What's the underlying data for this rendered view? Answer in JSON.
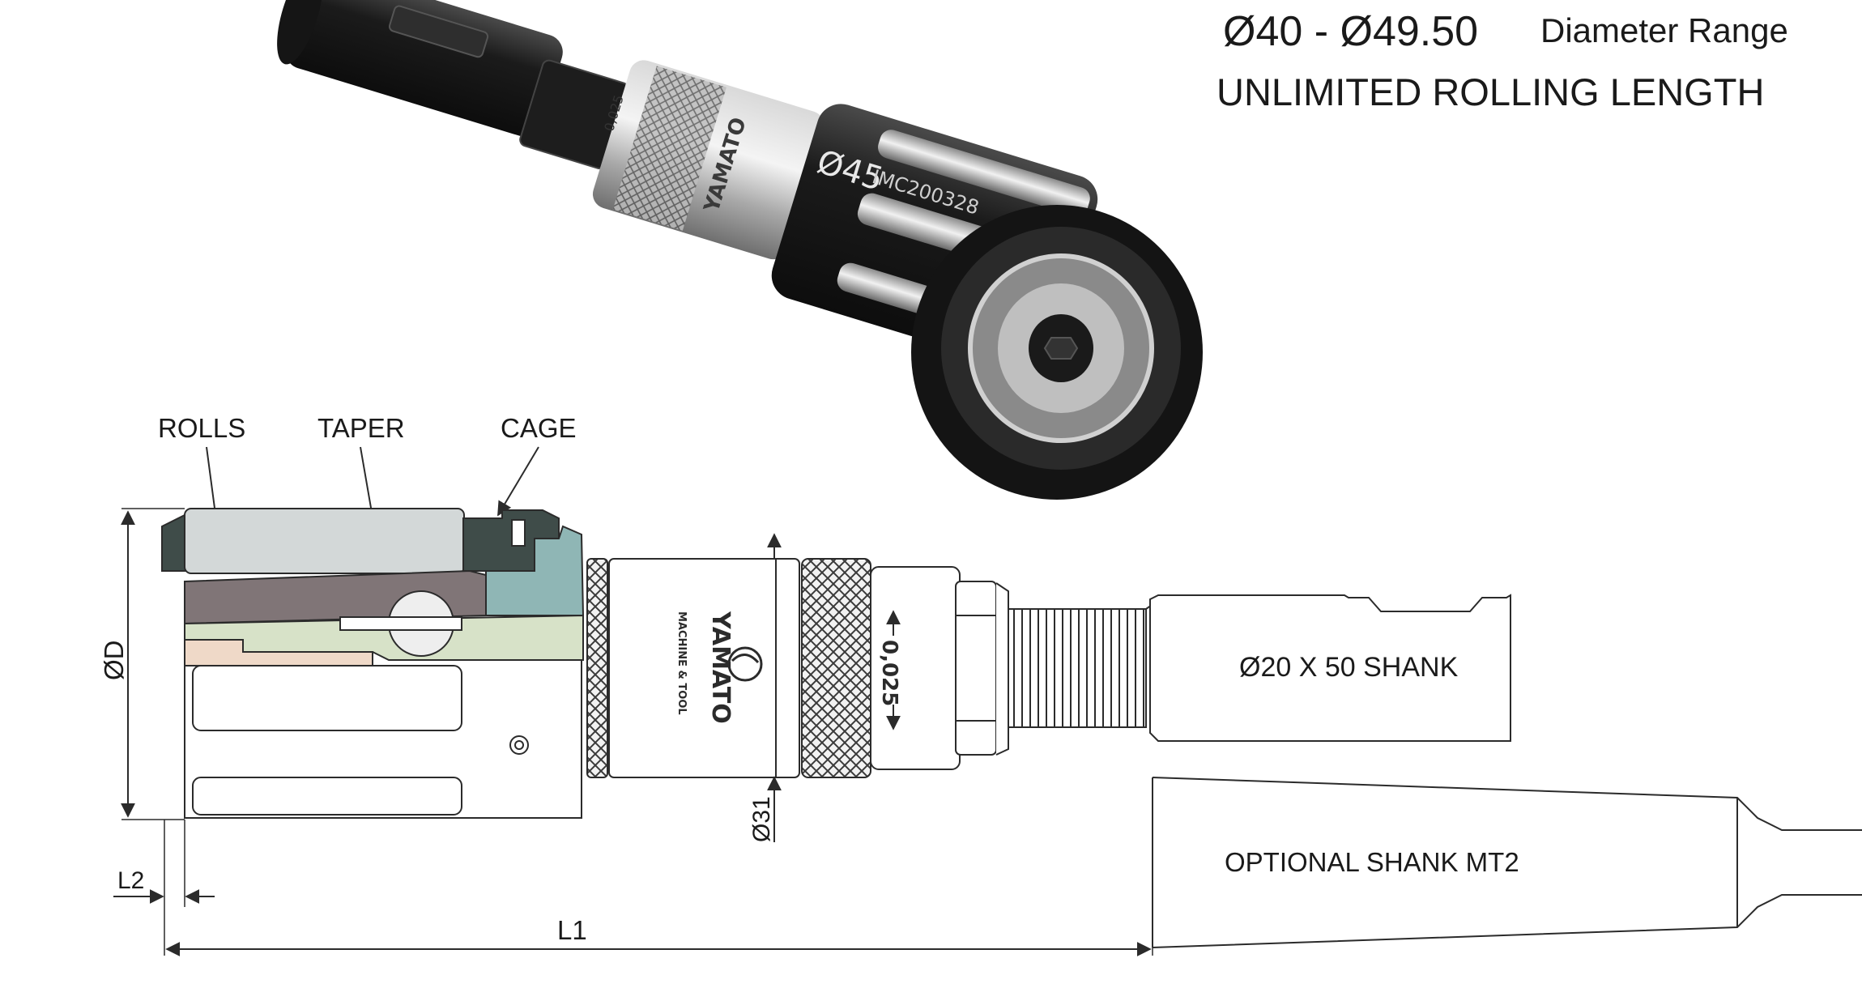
{
  "header": {
    "diameter_range_value": "Ø40 - Ø49.50",
    "diameter_range_label": "Diameter Range",
    "rolling_length": "UNLIMITED ROLLING LENGTH"
  },
  "product": {
    "size_marking": "Ø45",
    "part_number": "IMC200328",
    "brand": "YAMATO",
    "brand_sub": "MACHINE & TOOL",
    "adjust_marking": "0,025"
  },
  "callouts": {
    "rolls": "ROLLS",
    "taper": "TAPER",
    "cage": "CAGE"
  },
  "dimensions": {
    "diameter": "ØD",
    "collar": "Ø31",
    "l1": "L1",
    "l2": "L2"
  },
  "shanks": {
    "standard": "Ø20 X 50 SHANK",
    "optional": "OPTIONAL SHANK MT2"
  },
  "colors": {
    "rolls_fill": "#d3d8d8",
    "taper_fill": "#807577",
    "cage_fill": "#3f4c49",
    "cage_teal": "#8fb6b5",
    "body_green": "#d7e2c8",
    "pink": "#efd9c8",
    "steel_dark": "#1f1f1f"
  }
}
